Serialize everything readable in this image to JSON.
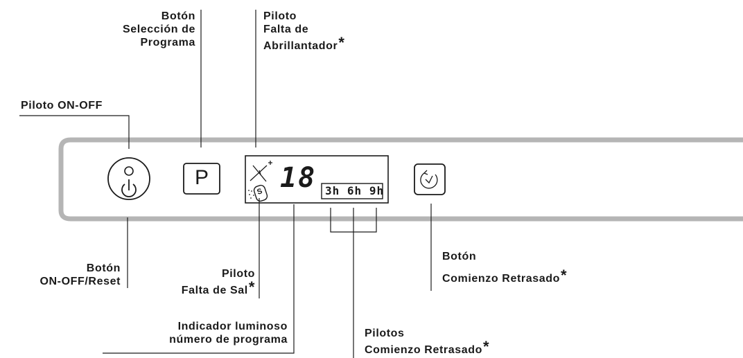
{
  "labels": {
    "boton_seleccion": [
      "Botón",
      "Selección de",
      "Programa"
    ],
    "piloto_abrillantador": [
      "Piloto",
      "Falta de",
      "Abrillantador"
    ],
    "piloto_onoff": "Piloto ON-OFF",
    "boton_onoff": [
      "Botón",
      "ON-OFF/Reset"
    ],
    "piloto_sal": [
      "Piloto",
      "Falta de Sal"
    ],
    "indicador": [
      "Indicador luminoso",
      "número de programa"
    ],
    "pilotos_comienzo": [
      "Pilotos",
      "Comienzo Retrasado"
    ],
    "boton_comienzo": [
      "Botón",
      "Comienzo Retrasado"
    ],
    "asterisk": "*"
  },
  "panel": {
    "program_button": "P",
    "display_digits": "18",
    "delay_hours": [
      "3h",
      "6h",
      "9h"
    ],
    "salt_symbol": "S"
  },
  "icons": [
    "power-icon",
    "rinse-aid-icon",
    "salt-icon",
    "delay-clock-icon"
  ]
}
